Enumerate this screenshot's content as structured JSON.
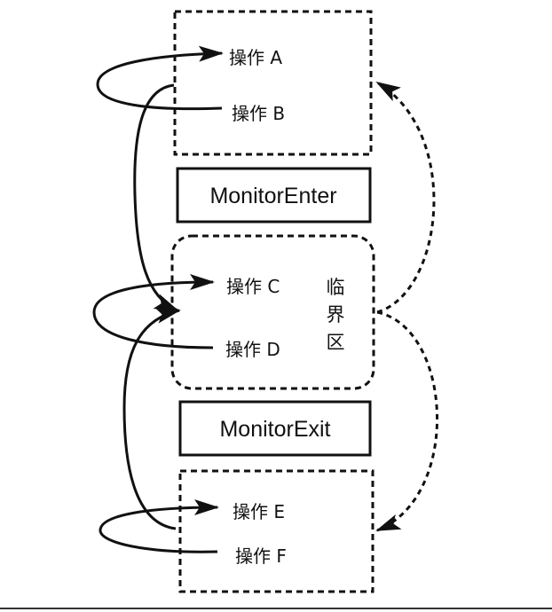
{
  "top_block": {
    "op_a": "操作 A",
    "op_b": "操作 B"
  },
  "monitor_enter": {
    "label": "MonitorEnter"
  },
  "critical_section": {
    "op_c": "操作 C",
    "op_d": "操作 D",
    "label_chars": [
      "临",
      "界",
      "区"
    ]
  },
  "monitor_exit": {
    "label": "MonitorExit"
  },
  "bottom_block": {
    "op_e": "操作 E",
    "op_f": "操作 F"
  },
  "colors": {
    "stroke": "#111111",
    "background": "#ffffff"
  }
}
